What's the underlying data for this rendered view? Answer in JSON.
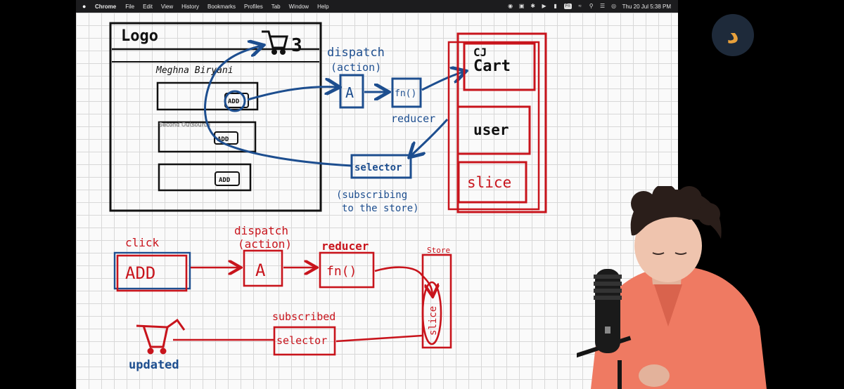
{
  "menubar": {
    "app_name": "Chrome",
    "items": [
      "File",
      "Edit",
      "View",
      "History",
      "Bookmarks",
      "Profiles",
      "Tab",
      "Window",
      "Help"
    ],
    "status_badge": "Fn",
    "datetime": "Thu 20 Jul  5:38 PM"
  },
  "board": {
    "wireframe": {
      "logo_text": "Logo",
      "cart_count": "3",
      "restaurant_name": "Meghna Biryani",
      "add_buttons": [
        "ADD",
        "ADD",
        "ADD"
      ],
      "overlay_text": "Second Outsource"
    },
    "top_flow": {
      "dispatch_label": "dispatch",
      "action_label": "(action)",
      "action_box": "A",
      "fn_box": "fn()",
      "reducer_label": "reducer",
      "selector_box": "selector",
      "subscribing_label_1": "(subscribing",
      "subscribing_label_2": "to the store)"
    },
    "store": {
      "cart_label_1": "CJ",
      "cart_label_2": "Cart",
      "user_label": "user",
      "slice_label": "slice"
    },
    "bottom_flow": {
      "click_label": "click",
      "add_box": "ADD",
      "dispatch_label": "dispatch",
      "action_label": "(action)",
      "action_box": "A",
      "reducer_label": "reducer",
      "fn_box": "fn()",
      "store_label": "Store",
      "slice_label": "slice",
      "subscribed_label": "subscribed",
      "selector_box": "selector",
      "updated_label": "updated"
    }
  },
  "colors": {
    "ink_black": "#111111",
    "ink_blue": "#1d4e8f",
    "ink_red": "#c8141c",
    "board_bg": "#fafafa",
    "shirt": "#ef7a62",
    "logo_accent": "#e9a13b"
  },
  "icons": [
    "apple-icon",
    "cart-icon",
    "microphone-icon",
    "brand-logo"
  ]
}
